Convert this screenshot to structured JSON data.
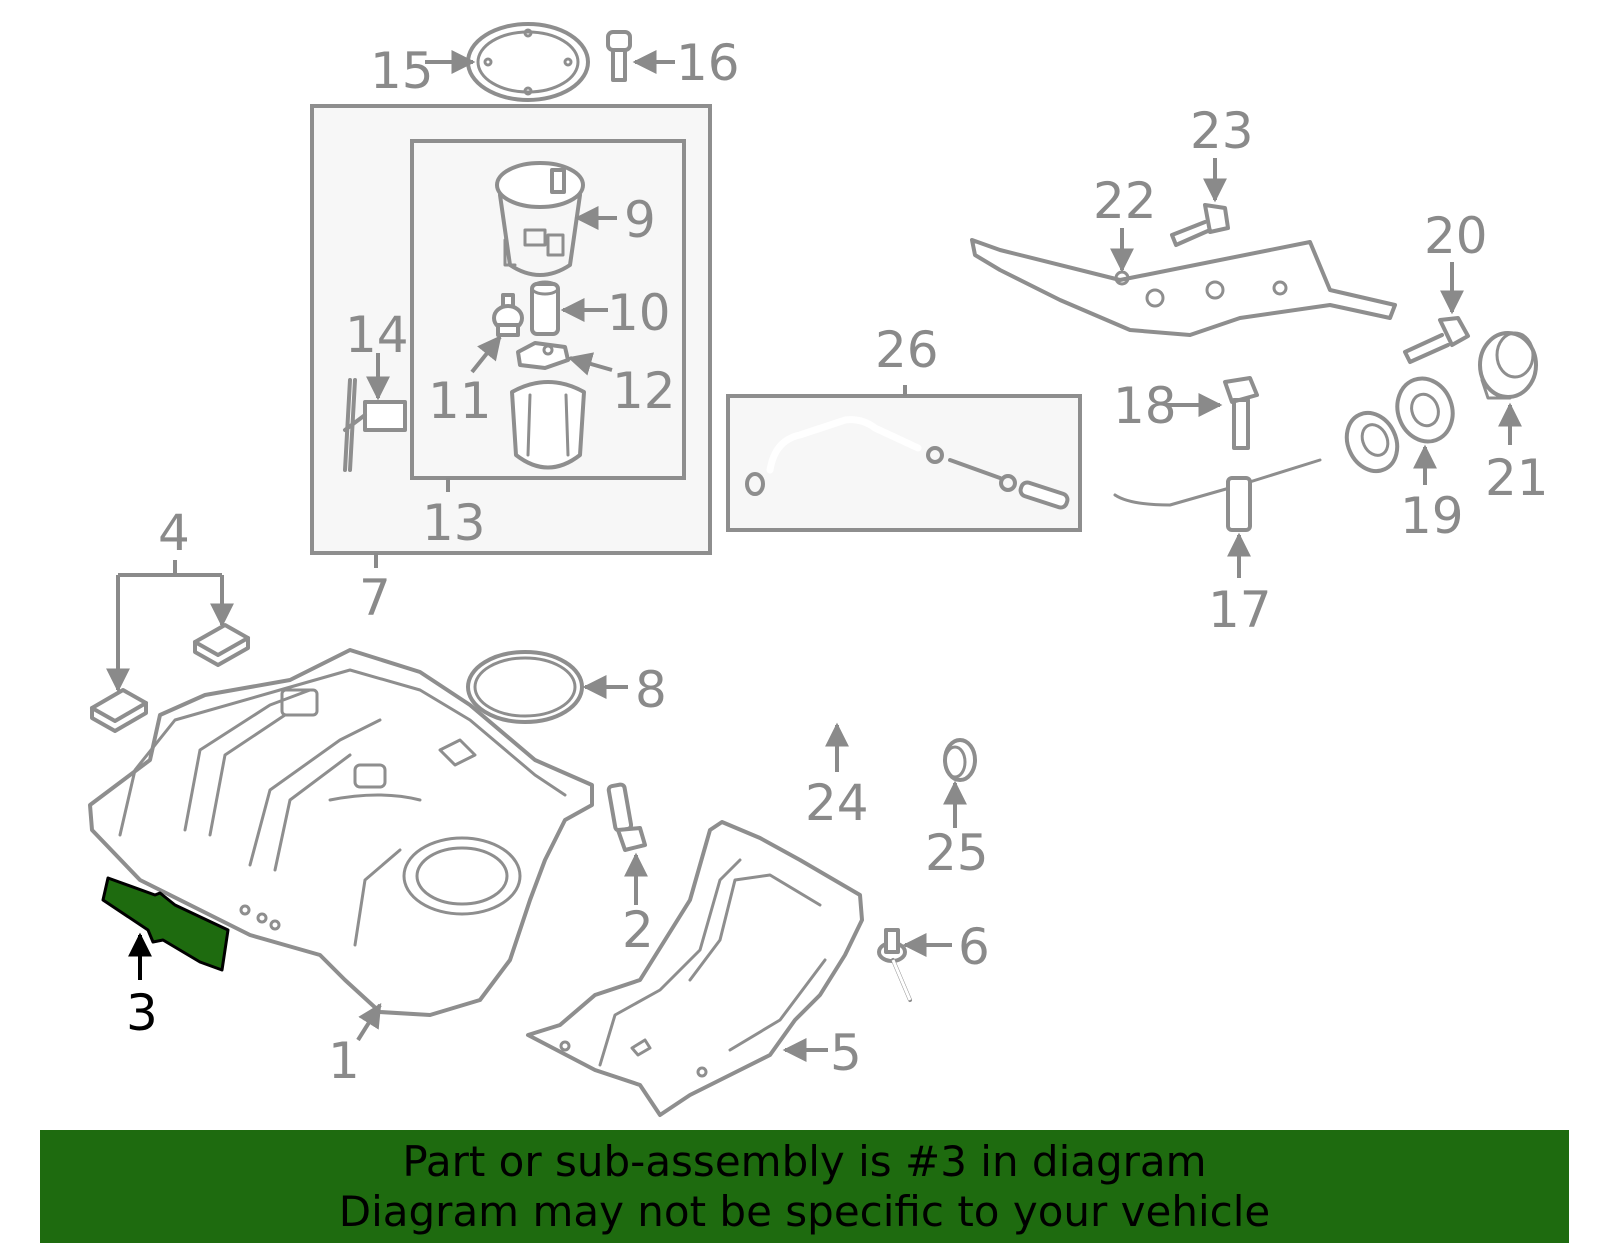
{
  "labels": {
    "p1": "1",
    "p2": "2",
    "p3": "3",
    "p4": "4",
    "p5": "5",
    "p6": "6",
    "p7": "7",
    "p8": "8",
    "p9": "9",
    "p10": "10",
    "p11": "11",
    "p12": "12",
    "p13": "13",
    "p14": "14",
    "p15": "15",
    "p16": "16",
    "p17": "17",
    "p18": "18",
    "p19": "19",
    "p20": "20",
    "p21": "21",
    "p22": "22",
    "p23": "23",
    "p24": "24",
    "p25": "25",
    "p26": "26"
  },
  "highlight": {
    "part_number": "3",
    "color": "#1e6b0f"
  },
  "banner": {
    "line1": "Part or sub-assembly is #3 in diagram",
    "line2": "Diagram may not be specific to your vehicle"
  },
  "colors": {
    "line": "#8e8e8e",
    "label": "#8a8a8a",
    "banner_bg": "#1e6b0f",
    "panel_bg": "#f7f7f7"
  }
}
